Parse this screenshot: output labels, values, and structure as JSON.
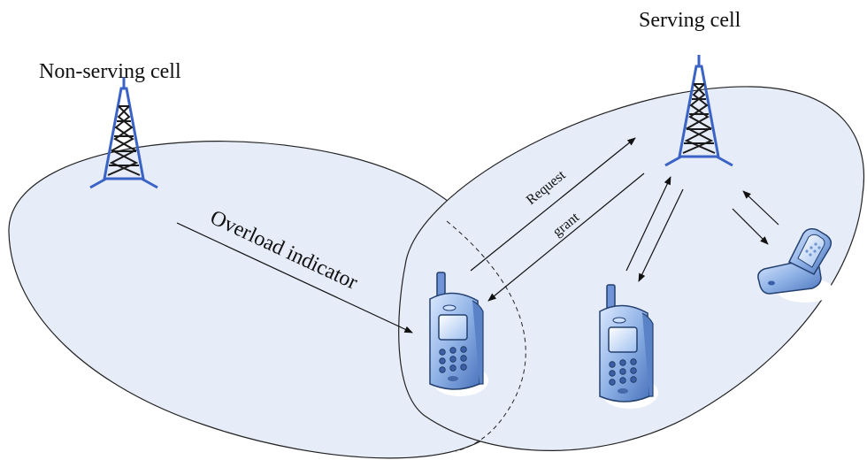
{
  "labels": {
    "serving_cell": "Serving cell",
    "non_serving_cell": "Non-serving cell",
    "overload_indicator": "Overload indicator",
    "request": "Request",
    "grant": "grant"
  },
  "colors": {
    "cell_fill": "#e6ecf8",
    "cell_stroke": "#222222",
    "tower": "#3b63c6",
    "arrow": "#111111",
    "phone_body": "#8fb2e6",
    "phone_screen": "#b9d3ff"
  },
  "icons": {
    "tower": "cell-tower-icon",
    "phone": "mobile-phone-icon",
    "flip_phone": "flip-phone-icon"
  }
}
